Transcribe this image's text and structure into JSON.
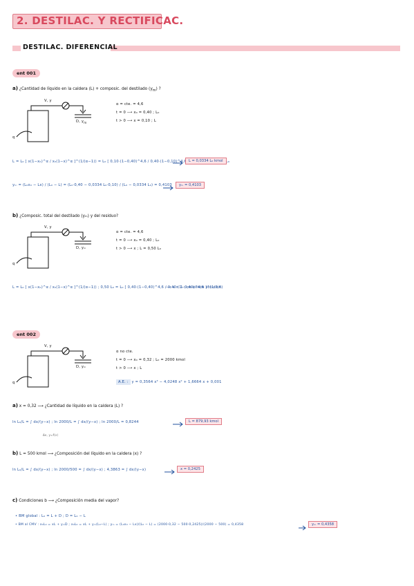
{
  "title": "2. DESTILAC. Y RECTIFICAC.",
  "section": "DESTILAC. DIFERENCIAL",
  "ex1": {
    "tag": "ent 001",
    "qa": {
      "label": "a)",
      "text": "¿Cantidad de líquido en la caldera (L) + composic. del destilado (y",
      "sub": "m",
      "end": ") ?",
      "stream_top": "V, y",
      "stream_side": "D, y",
      "stream_side_sub": "m",
      "stream_q": "q",
      "cond": [
        "α = cte. = 4,6",
        "t = 0  ⟶  x₀ = 0,40 ; L₀",
        "t > 0  ⟶  x = 0,10 ; L"
      ],
      "eq1": "L = L₀ [ x(1−x₀)^α / x₀(1−x)^α ]^(1/(α−1))  =  L₀ [ 0,10·(1−0,40)^4,6 / 0,40·(1−0,10)^4,6 ]^(1/3,6)  =  0,0334 L₀",
      "res1": "L = 0,0334 L₀  kmol",
      "eq2": "yₘ = (L₀x₀ − Lx) / (L₀ − L)  =  (L₀·0,40 − 0,0334 L₀·0,10) / (L₀ − 0,0334 L₀)  =  0,4103",
      "res2": "yₘ = 0,4103"
    },
    "qb": {
      "label": "b)",
      "text": "¿Composic. total del destilado (yₘ) y del residuo?",
      "stream_top": "V, y",
      "stream_side": "D, yₘ",
      "stream_q": "q",
      "cond": [
        "α = cte. = 4,6",
        "t = 0  ⟶  x₀ = 0,40 ; L₀",
        "t > 0  ⟶  x ; L = 0,50 L₀"
      ],
      "eq": "L = L₀ [ x(1−x₀)^α / x₀(1−x)^α ]^(1/(α−1))  ;  0,50 L₀ = L₀ [ 0,40·(1−0,40)^4,6 / 0,40·(1−0,40)^4,6 ]^(1/3,6)",
      "concl": "⟶  x > 1 ; no existe solución"
    }
  },
  "ex2": {
    "tag": "ent 002",
    "stream_top": "V, y",
    "stream_side": "D, yₘ",
    "stream_q": "q",
    "cond": [
      "α no cte.",
      "t = 0  ⟶  x₀ = 0,32 ; L₀ = 2000 kmol",
      "t > 0  ⟶  x ; L"
    ],
    "ae_label": "A.E. :",
    "ae": "y = 0,3564 x³ − 4,0248 x² + 1,6664 x + 0,001",
    "qa": {
      "label": "a)",
      "text": "x = 0,32  ⟶  ¿Cantidad de líquido en la caldera (L) ?",
      "eq": "ln L₀/L = ∫ dx/(y−x)  ;  ln 2000/L = ∫ dx/(y−x)  ;  ln 2000/L = 0,8244",
      "note": "Δx, y=f(x)",
      "res": "L = 879,93 kmol"
    },
    "qb": {
      "label": "b)",
      "text": "L = 500 kmol  ⟶  ¿Composición del líquido en la caldera (x) ?",
      "eq": "ln L₀/L = ∫ dx/(y−x)  ;  ln 2000/500 = ∫ dx/(y−x)  ;  4,3863 = ∫ dx/(y−x)",
      "res": "x = 0,2425"
    },
    "qc": {
      "label": "c)",
      "text": "Condiciones b  ⟶  ¿Composición media del vapor?",
      "bm1": "• BM global : L₀ = L + D ;  D = L₀ − L",
      "bm2": "• BM al CMV :  x₀L₀ = xL + yₘD ;  x₀L₀ = xL + yₘ(L₀−L) ;  yₘ = (L₀x₀ − Lx)/(L₀ − L) = (2000·0,32 − 500·0,2425)/(2000 − 500) = 0,4358",
      "res": "yₘ = 0,4358"
    }
  }
}
